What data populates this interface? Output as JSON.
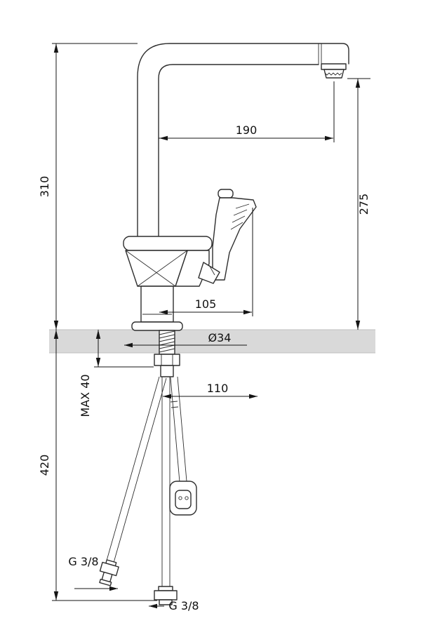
{
  "dimensions": {
    "height_above_deck": "310",
    "height_below_deck": "420",
    "spout_reach": "190",
    "spout_height": "275",
    "handle_reach": "105",
    "base_diameter": "Ø34",
    "max_deck_thickness": "MAX 40",
    "hose_reach": "110",
    "supply_thread_left": "G 3/8",
    "supply_thread_bottom": "G 3/8"
  }
}
